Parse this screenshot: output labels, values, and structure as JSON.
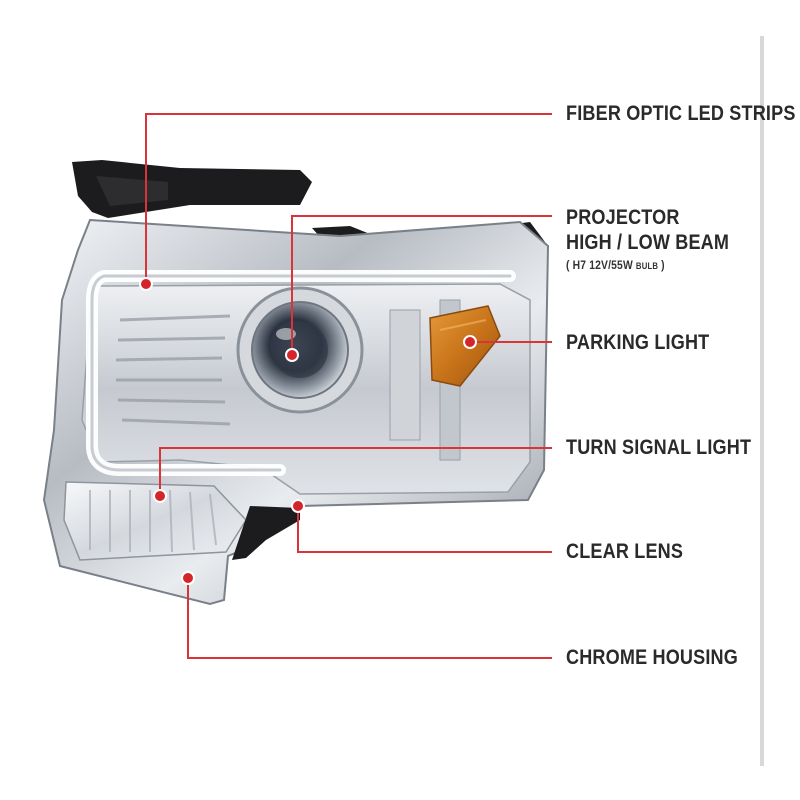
{
  "labels": {
    "fiber_optic": "FIBER OPTIC LED STRIPS",
    "projector_line1": "PROJECTOR",
    "projector_line2": "HIGH / LOW BEAM",
    "projector_spec_open": "( H7 12V/55W ",
    "projector_spec_bulb": "BULB",
    "projector_spec_close": " )",
    "parking": "PARKING LIGHT",
    "turn_signal": "TURN SIGNAL LIGHT",
    "clear_lens": "CLEAR LENS",
    "chrome_housing": "CHROME HOUSING"
  },
  "colors": {
    "callout_line": "#d9343a",
    "callout_dot": "#d4252b",
    "label_text": "#2a2a2a",
    "amber_reflector": "#c9741a",
    "chrome": "#c8ccd2",
    "housing_black": "#1c1c1e"
  }
}
